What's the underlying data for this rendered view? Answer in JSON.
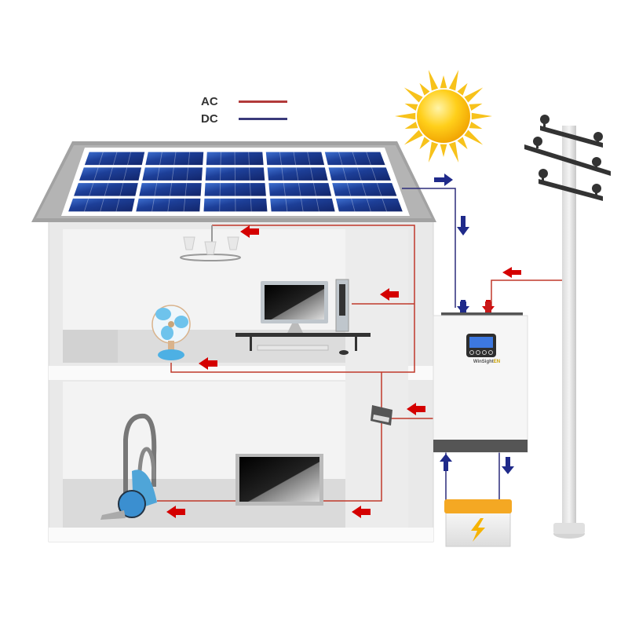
{
  "diagram": {
    "title": "",
    "type": "hybrid solar power system for home",
    "legend": [
      {
        "label": "AC",
        "color": "#b23a3a"
      },
      {
        "label": "DC",
        "color": "#3a3a7a"
      }
    ],
    "colors": {
      "ac_wire": "#c0392b",
      "dc_wire": "#2b2b7a",
      "ac_arrow": "#d40000",
      "dc_arrow": "#1f2a8a",
      "panel_blue": "#1b3c8c",
      "sun": "#f5b800",
      "wall": "#e6e6e6",
      "roof": "#9a9a9a"
    },
    "components": {
      "solar_panel": {
        "label": "Solar panel",
        "grid": "5x4 cells"
      },
      "sun": {
        "label": "Sun"
      },
      "inverter": {
        "label": "Hybrid inverter",
        "brand": "WinSight",
        "brand_suffix": "EN"
      },
      "battery": {
        "label": "Battery"
      },
      "utility_pole": {
        "label": "Utility grid pole"
      },
      "house": {
        "upper_floor": [
          "Ceiling lamp",
          "Desktop computer",
          "Desk fan"
        ],
        "lower_floor": [
          "Vacuum cleaner",
          "Television",
          "Distribution box"
        ]
      }
    },
    "flows": [
      {
        "from": "Solar panel",
        "to": "Inverter",
        "type": "DC"
      },
      {
        "from": "Utility grid",
        "to": "Inverter",
        "type": "AC"
      },
      {
        "from": "Inverter",
        "to": "Battery",
        "type": "DC"
      },
      {
        "from": "Battery",
        "to": "Inverter",
        "type": "DC"
      },
      {
        "from": "Inverter",
        "to": "House loads",
        "type": "AC"
      }
    ]
  }
}
